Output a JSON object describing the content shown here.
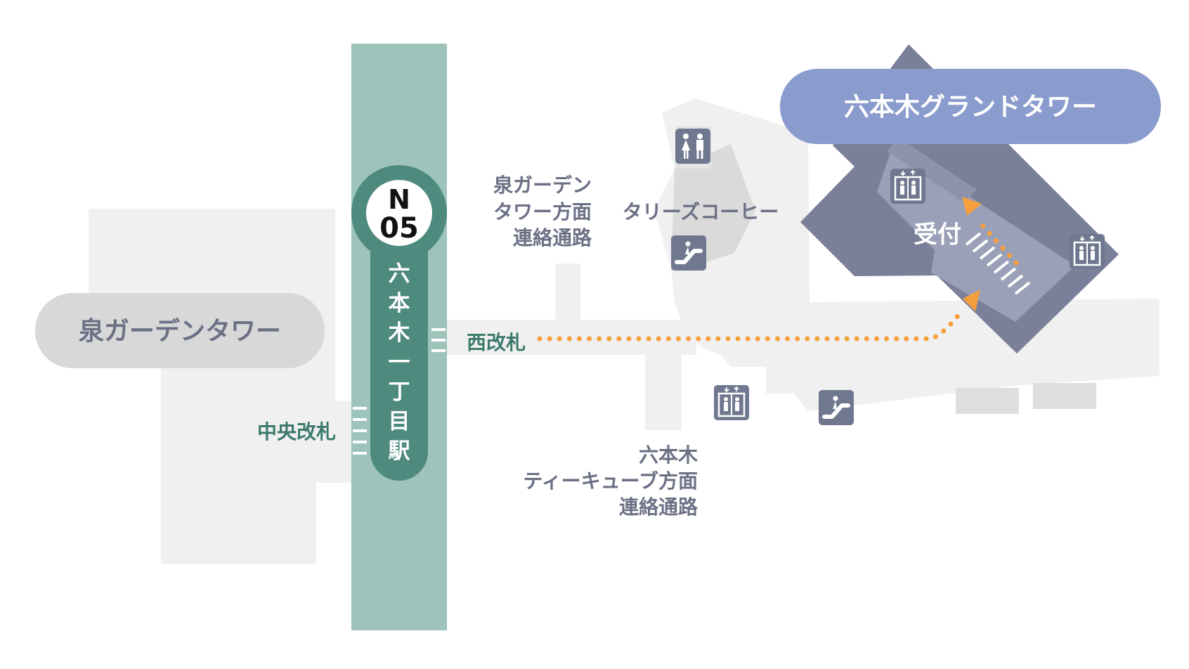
{
  "station": {
    "code_letter": "N",
    "code_number": "05",
    "name_vertical": [
      "六",
      "本",
      "木",
      "一",
      "丁",
      "目",
      "駅"
    ],
    "line_color": "#4e8a7e",
    "platform_color": "#9dc3bb"
  },
  "buildings": {
    "izumi_garden_tower": "泉ガーデンタワー",
    "roppongi_grand_tower": "六本木グランドタワー"
  },
  "gates": {
    "central": "中央改札",
    "west": "西改札"
  },
  "passages": {
    "izumi": [
      "泉ガーデン",
      "タワー方面",
      "連絡通路"
    ],
    "tcube": [
      "六本木",
      "ティーキューブ方面",
      "連絡通路"
    ]
  },
  "places": {
    "cafe": "タリーズコーヒー",
    "reception": "受付"
  },
  "icons": [
    "restroom-icon",
    "escalator-icon",
    "elevator-icon"
  ],
  "colors": {
    "route": "#f5a03c",
    "grand_tower_label_bg": "#8a9bcd",
    "grand_tower_floor": "#7b809a",
    "grand_tower_inner": "#9aa0b8",
    "izumi_label_bg": "#d8d8d8",
    "icon_bg": "#707890",
    "text_muted": "#6b7085",
    "text_green": "#3d7a6c"
  }
}
